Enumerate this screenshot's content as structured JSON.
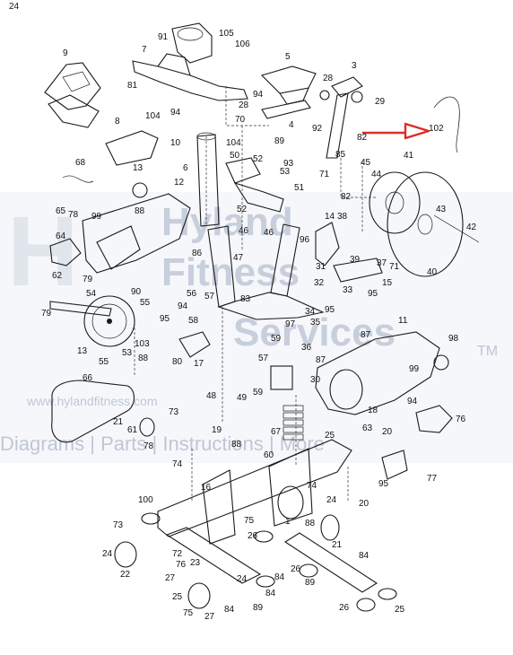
{
  "diagram": {
    "watermark": {
      "line1": "Hyland",
      "line2": "Fitness",
      "line3": "Services",
      "trademark": "TM",
      "url": "www.hylandfitness.com",
      "tagline": "Diagrams | Parts | Instructions | More"
    },
    "pointer_color": "#e02a25",
    "callouts": [
      {
        "label": "9"
      },
      {
        "label": "91"
      },
      {
        "label": "105"
      },
      {
        "label": "106"
      },
      {
        "label": "7"
      },
      {
        "label": "5"
      },
      {
        "label": "3"
      },
      {
        "label": "81"
      },
      {
        "label": "104"
      },
      {
        "label": "94"
      },
      {
        "label": "28"
      },
      {
        "label": "29"
      },
      {
        "label": "8"
      },
      {
        "label": "70"
      },
      {
        "label": "28"
      },
      {
        "label": "4"
      },
      {
        "label": "92"
      },
      {
        "label": "102"
      },
      {
        "label": "94"
      },
      {
        "label": "10"
      },
      {
        "label": "104"
      },
      {
        "label": "89"
      },
      {
        "label": "82"
      },
      {
        "label": "68"
      },
      {
        "label": "6"
      },
      {
        "label": "50"
      },
      {
        "label": "52"
      },
      {
        "label": "93"
      },
      {
        "label": "85"
      },
      {
        "label": "45"
      },
      {
        "label": "44"
      },
      {
        "label": "41"
      },
      {
        "label": "13"
      },
      {
        "label": "12"
      },
      {
        "label": "53"
      },
      {
        "label": "51"
      },
      {
        "label": "71"
      },
      {
        "label": "82"
      },
      {
        "label": "43"
      },
      {
        "label": "88"
      },
      {
        "label": "52"
      },
      {
        "label": "65"
      },
      {
        "label": "78"
      },
      {
        "label": "99"
      },
      {
        "label": "14"
      },
      {
        "label": "38"
      },
      {
        "label": "64"
      },
      {
        "label": "46"
      },
      {
        "label": "46"
      },
      {
        "label": "96"
      },
      {
        "label": "42"
      },
      {
        "label": "62"
      },
      {
        "label": "86"
      },
      {
        "label": "47"
      },
      {
        "label": "31"
      },
      {
        "label": "39"
      },
      {
        "label": "37"
      },
      {
        "label": "71"
      },
      {
        "label": "90"
      },
      {
        "label": "32"
      },
      {
        "label": "40"
      },
      {
        "label": "79"
      },
      {
        "label": "54"
      },
      {
        "label": "56"
      },
      {
        "label": "57"
      },
      {
        "label": "83"
      },
      {
        "label": "33"
      },
      {
        "label": "95"
      },
      {
        "label": "15"
      },
      {
        "label": "79"
      },
      {
        "label": "55"
      },
      {
        "label": "94"
      },
      {
        "label": "34"
      },
      {
        "label": "95"
      },
      {
        "label": "11"
      },
      {
        "label": "95"
      },
      {
        "label": "58"
      },
      {
        "label": "97"
      },
      {
        "label": "35"
      },
      {
        "label": "87"
      },
      {
        "label": "98"
      },
      {
        "label": "13"
      },
      {
        "label": "53"
      },
      {
        "label": "103"
      },
      {
        "label": "80"
      },
      {
        "label": "17"
      },
      {
        "label": "59"
      },
      {
        "label": "36"
      },
      {
        "label": "88"
      },
      {
        "label": "55"
      },
      {
        "label": "57"
      },
      {
        "label": "87"
      },
      {
        "label": "99"
      },
      {
        "label": "66"
      },
      {
        "label": "30"
      },
      {
        "label": "48"
      },
      {
        "label": "49"
      },
      {
        "label": "59"
      },
      {
        "label": "94"
      },
      {
        "label": "73"
      },
      {
        "label": "18"
      },
      {
        "label": "63"
      },
      {
        "label": "76"
      },
      {
        "label": "61"
      },
      {
        "label": "21"
      },
      {
        "label": "67"
      },
      {
        "label": "19"
      },
      {
        "label": "20"
      },
      {
        "label": "78"
      },
      {
        "label": "25"
      },
      {
        "label": "74"
      },
      {
        "label": "88"
      },
      {
        "label": "60"
      },
      {
        "label": "77"
      },
      {
        "label": "95"
      },
      {
        "label": "16"
      },
      {
        "label": "74"
      },
      {
        "label": "20"
      },
      {
        "label": "100"
      },
      {
        "label": "24"
      },
      {
        "label": "73"
      },
      {
        "label": "75"
      },
      {
        "label": "1"
      },
      {
        "label": "88"
      },
      {
        "label": "72"
      },
      {
        "label": "26"
      },
      {
        "label": "21"
      },
      {
        "label": "24"
      },
      {
        "label": "84"
      },
      {
        "label": "22"
      },
      {
        "label": "23"
      },
      {
        "label": "27"
      },
      {
        "label": "76"
      },
      {
        "label": "84"
      },
      {
        "label": "89"
      },
      {
        "label": "26"
      },
      {
        "label": "24"
      },
      {
        "label": "25"
      },
      {
        "label": "84"
      },
      {
        "label": "75"
      },
      {
        "label": "27"
      },
      {
        "label": "84"
      },
      {
        "label": "89"
      },
      {
        "label": "26"
      },
      {
        "label": "25"
      },
      {
        "label": "24"
      }
    ]
  }
}
